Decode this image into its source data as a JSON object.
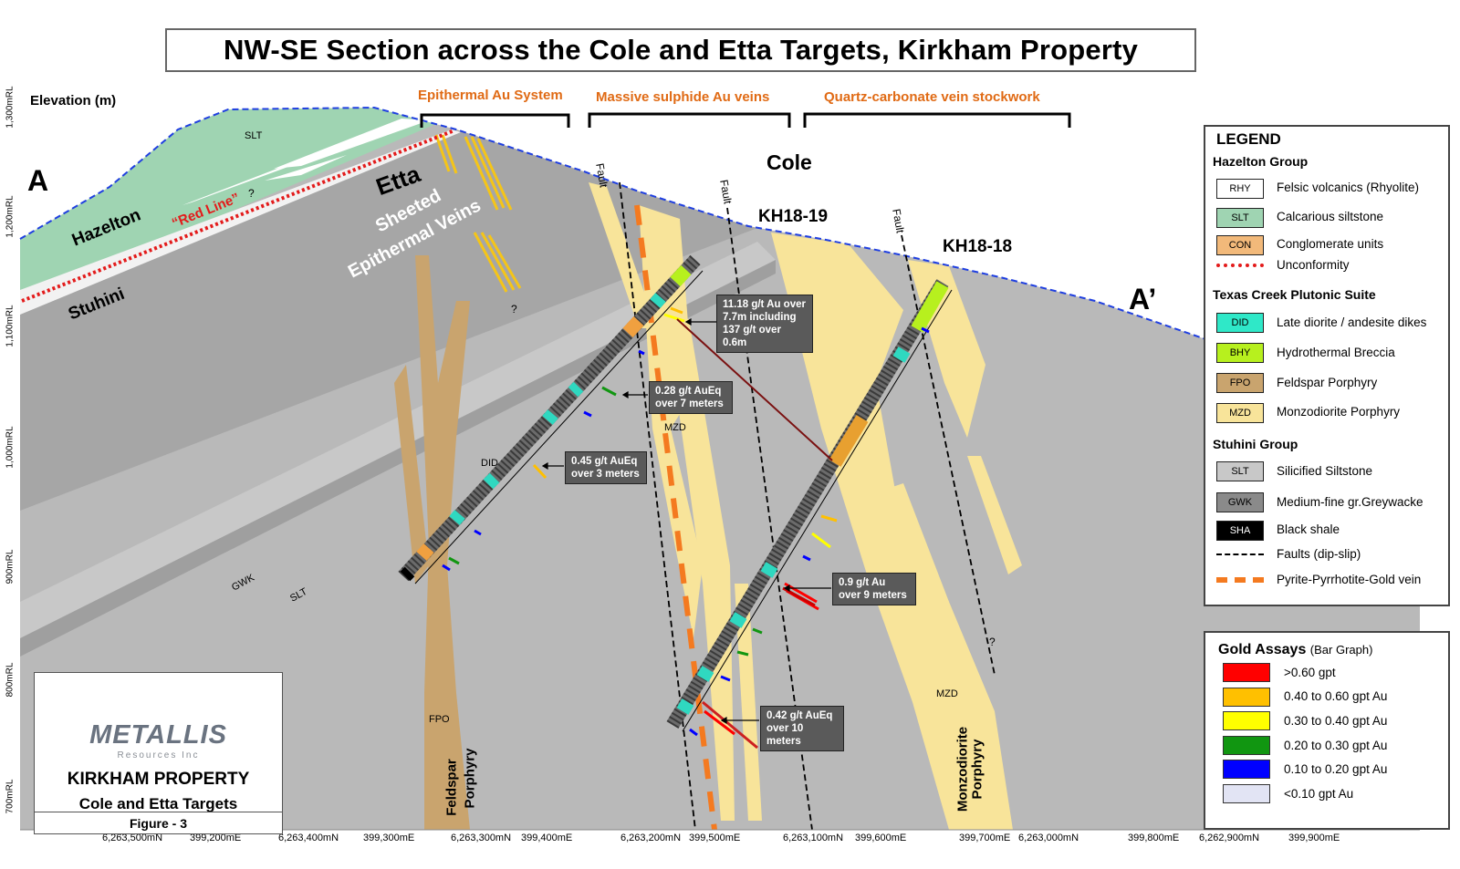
{
  "title": "NW-SE Section across the Cole and Etta Targets, Kirkham Property",
  "elevation_label": "Elevation (m)",
  "elevation_ticks": [
    "1,300mRL",
    "1,200mRL",
    "1,100mRL",
    "1,000mRL",
    "900mRL",
    "800mRL",
    "700mRL"
  ],
  "bottom_ticks": [
    "6,263,500mN",
    "399,200mE",
    "6,263,400mN",
    "399,300mE",
    "6,263,300mN",
    "399,400mE",
    "6,263,200mN",
    "399,500mE",
    "6,263,100mN",
    "399,600mE",
    "399,700mE",
    "6,263,000mN",
    "399,800mE",
    "6,262,900mN",
    "399,900mE"
  ],
  "section_ends": {
    "left": "A",
    "right": "A’"
  },
  "zones": [
    {
      "label": "Epithermal Au System"
    },
    {
      "label": "Massive sulphide Au veins"
    },
    {
      "label": "Quartz-carbonate vein stockwork"
    }
  ],
  "section_labels": {
    "hazelton": "Hazelton",
    "stuhini": "Stuhini",
    "red_line": "“Red Line”",
    "question": "?",
    "slt_top": "SLT",
    "etta": "Etta",
    "sheeted": "Sheeted",
    "epithermal_veins": "Epithermal Veins",
    "cole": "Cole",
    "kh18_19": "KH18-19",
    "kh18_18": "KH18-18",
    "fault": "Fault",
    "did": "DID",
    "mzd": "MZD",
    "gwk": "GWK",
    "slt": "SLT",
    "fpo": "FPO",
    "feldspar": "Feldspar",
    "porphyry": "Porphyry",
    "monzodiorite": "Monzodiorite"
  },
  "callouts": [
    {
      "lines": [
        "11.18 g/t Au over",
        "7.7m including",
        "137 g/t over 0.6m"
      ]
    },
    {
      "lines": [
        "0.28 g/t AuEq",
        "over 7 meters"
      ]
    },
    {
      "lines": [
        "0.45 g/t AuEq",
        "over 3 meters"
      ]
    },
    {
      "lines": [
        "0.9 g/t Au",
        "over 9 meters"
      ]
    },
    {
      "lines": [
        "0.42 g/t AuEq",
        "over 10 meters"
      ]
    }
  ],
  "legend": {
    "title": "LEGEND",
    "hazelton_group": "Hazelton Group",
    "texas_creek": "Texas Creek Plutonic Suite",
    "stuhini_group": "Stuhini Group",
    "items": [
      {
        "code": "RHY",
        "label": "Felsic volcanics (Rhyolite)",
        "color": "#ffffff"
      },
      {
        "code": "SLT",
        "label": "Calcarious siltstone",
        "color": "#9fd4b2"
      },
      {
        "code": "CON",
        "label": "Conglomerate units",
        "color": "#f2b97a"
      },
      {
        "code": "",
        "label": "Unconformity",
        "color": "#e31b1b"
      },
      {
        "code": "DID",
        "label": "Late diorite / andesite dikes",
        "color": "#2fe8c8"
      },
      {
        "code": "BHY",
        "label": "Hydrothermal Breccia",
        "color": "#b7f01e"
      },
      {
        "code": "FPO",
        "label": "Feldspar Porphyry",
        "color": "#c9a46e"
      },
      {
        "code": "MZD",
        "label": "Monzodiorite Porphyry",
        "color": "#f8e49a"
      },
      {
        "code": "SLT",
        "label": "Silicified Siltstone",
        "color": "#c8c8c8"
      },
      {
        "code": "GWK",
        "label": "Medium-fine gr.Greywacke",
        "color": "#8a8a8a"
      },
      {
        "code": "SHA",
        "label": "Black shale",
        "color": "#000000"
      },
      {
        "code": "",
        "label": "Faults (dip-slip)",
        "color": "#000000"
      },
      {
        "code": "",
        "label": "Pyrite-Pyrrhotite-Gold vein",
        "color": "#f47a20"
      }
    ]
  },
  "assays": {
    "title": "Gold Assays",
    "subtitle": "(Bar Graph)",
    "items": [
      {
        "label": ">0.60 gpt",
        "color": "#ff0000"
      },
      {
        "label": "0.40 to 0.60 gpt Au",
        "color": "#ffc000"
      },
      {
        "label": "0.30 to 0.40 gpt Au",
        "color": "#ffff00"
      },
      {
        "label": "0.20 to 0.30 gpt Au",
        "color": "#119611"
      },
      {
        "label": "0.10 to 0.20 gpt Au",
        "color": "#0000ff"
      },
      {
        "label": "<0.10 gpt Au",
        "color": "#e2e4f4"
      }
    ]
  },
  "logo": {
    "brand": "METALLIS",
    "sub": "Resources Inc",
    "property": "KIRKHAM PROPERTY",
    "targets": "Cole and Etta Targets",
    "figure": "Figure - 3"
  },
  "colors": {
    "host": "#b9b9b9",
    "host_dark": "#a9a9a9",
    "hazelton": "#9fd4b2",
    "mzd": "#f8e49a",
    "fpo": "#c9a46e",
    "zone_text": "#e06a14",
    "topo": "#1f3fe0"
  }
}
